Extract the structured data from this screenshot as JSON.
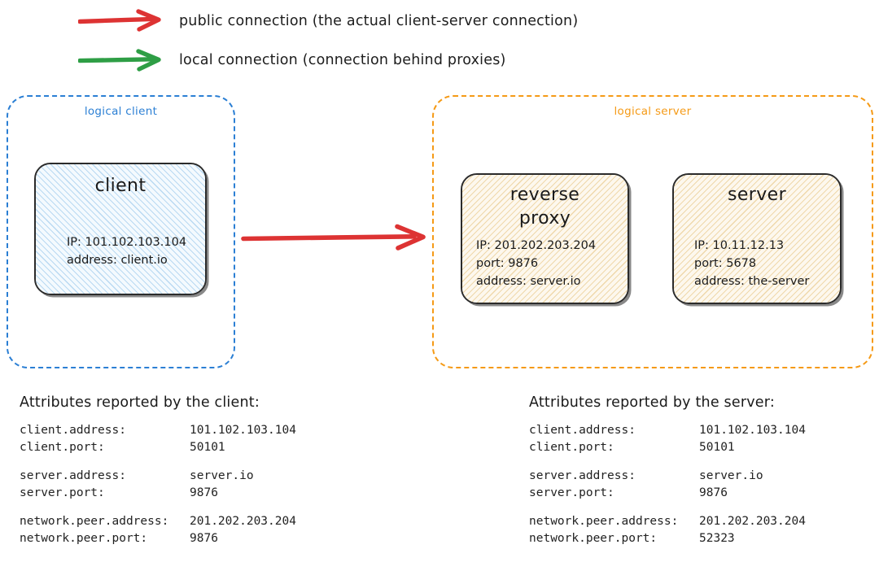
{
  "legend": {
    "items": [
      {
        "icon": "red-arrow-icon",
        "color": "#dd3333",
        "label": "public connection (the actual client-server connection)"
      },
      {
        "icon": "green-arrow-icon",
        "color": "#2e9e45",
        "label": "local connection (connection behind proxies)"
      }
    ]
  },
  "diagram": {
    "logical_client": {
      "caption": "logical client",
      "color": "#2b7fd4",
      "node": {
        "title": "client",
        "props": [
          "IP: 101.102.103.104",
          "address: client.io"
        ]
      }
    },
    "logical_server": {
      "caption": "logical server",
      "color": "#f59a16",
      "nodes": [
        {
          "title": "reverse proxy",
          "props": [
            "IP: 201.202.203.204",
            "port: 9876",
            "address: server.io"
          ]
        },
        {
          "title": "server",
          "props": [
            "IP: 10.11.12.13",
            "port: 5678",
            "address: the-server"
          ]
        }
      ]
    },
    "connection": {
      "name": "public-connection",
      "color": "#dd3333",
      "from": "client",
      "to": "reverse proxy"
    }
  },
  "attributes": {
    "client_panel": {
      "heading": "Attributes reported by the client:",
      "groups": [
        [
          {
            "key": "client.address:",
            "value": "101.102.103.104"
          },
          {
            "key": "client.port:",
            "value": "50101"
          }
        ],
        [
          {
            "key": "server.address:",
            "value": "server.io"
          },
          {
            "key": "server.port:",
            "value": "9876"
          }
        ],
        [
          {
            "key": "network.peer.address:",
            "value": "201.202.203.204"
          },
          {
            "key": "network.peer.port:",
            "value": "9876"
          }
        ]
      ]
    },
    "server_panel": {
      "heading": "Attributes reported by the server:",
      "groups": [
        [
          {
            "key": "client.address:",
            "value": "101.102.103.104"
          },
          {
            "key": "client.port:",
            "value": "50101"
          }
        ],
        [
          {
            "key": "server.address:",
            "value": "server.io"
          },
          {
            "key": "server.port:",
            "value": "9876"
          }
        ],
        [
          {
            "key": "network.peer.address:",
            "value": "201.202.203.204"
          },
          {
            "key": "network.peer.port:",
            "value": "52323"
          }
        ]
      ]
    }
  }
}
